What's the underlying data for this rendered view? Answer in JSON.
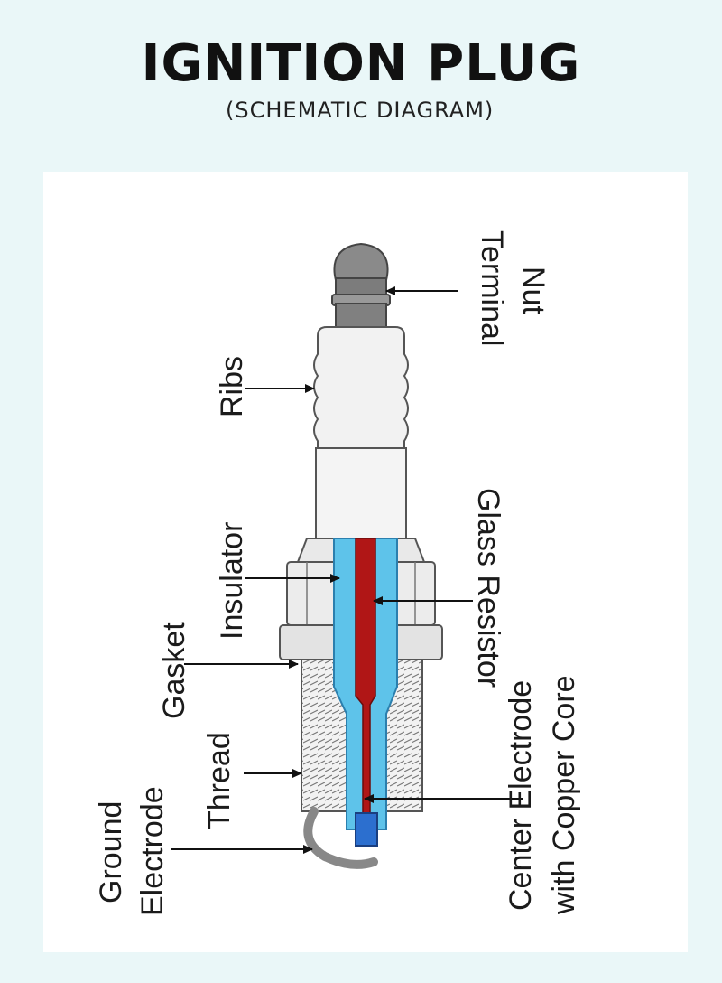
{
  "header": {
    "title": "IGNITION PLUG",
    "subtitle": "(SCHEMATIC DIAGRAM)"
  },
  "labels": {
    "terminal_nut_1": "Terminal",
    "terminal_nut_2": "Nut",
    "ribs": "Ribs",
    "insulator": "Insulator",
    "glass_resistor": "Glass Resistor",
    "gasket": "Gasket",
    "thread": "Thread",
    "ground_electrode_1": "Ground",
    "ground_electrode_2": "Electrode",
    "center_electrode_1": "Center Electrode",
    "center_electrode_2": "with Copper Core"
  },
  "colors": {
    "insulator_fill": "#5ec3ea",
    "core_fill": "#b01616",
    "tip_fill": "#2c6fcf",
    "terminal_fill": "#8a8a8a",
    "outline": "#444444"
  }
}
